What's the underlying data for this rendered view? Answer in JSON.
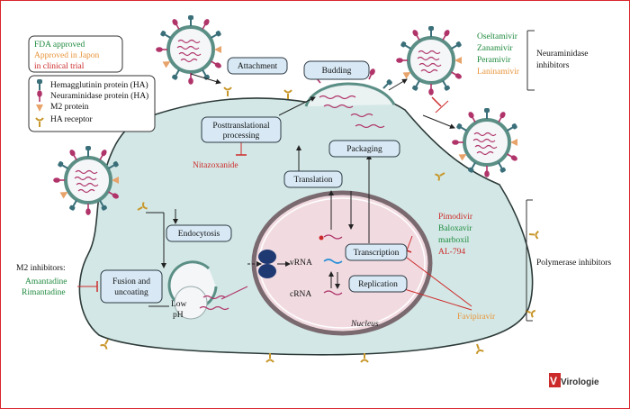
{
  "legend": {
    "fda": "FDA approved",
    "japan": "Approved in Japon",
    "trial": "in clinical trial",
    "ha": "Hemagglutinin protein (HA)",
    "na": "Neuraminidase protein (HA)",
    "m2": "M2 protein",
    "receptor": "HA receptor"
  },
  "steps": {
    "attachment": "Attachment",
    "budding": "Budding",
    "posttrans1": "Posttranslational",
    "posttrans2": "processing",
    "packaging": "Packaging",
    "translation": "Translation",
    "endocytosis": "Endocytosis",
    "fusion1": "Fusion and",
    "fusion2": "uncoating",
    "transcription": "Transcription",
    "replication": "Replication",
    "nucleus": "Nucleus",
    "vrna": "vRNA",
    "crna": "cRNA",
    "lowph1": "Low",
    "lowph2": "pH"
  },
  "drugs": {
    "nitazoxanide": "Nitazoxanide",
    "m2_title": "M2 inhibitors:",
    "amantadine": "Amantadine",
    "rimantadine": "Rimantadine",
    "oseltamivir": "Oseltamivir",
    "zanamivir": "Zanamivir",
    "peramivir": "Peramivir",
    "laninamivir": "Laninamivir",
    "neur_title1": "Neuraminidase",
    "neur_title2": "inhibitors",
    "pimodivir": "Pimodivir",
    "baloxavir": "Baloxavir",
    "marboxil": "marboxil",
    "al794": "AL-794",
    "favipiravir": "Favipiravir",
    "poly_title": "Polymerase inhibitors"
  },
  "logo": "Virologie",
  "colors": {
    "fda": "#1f8a3e",
    "japan": "#e8943a",
    "trial": "#cc2a2a",
    "cell": "#d3e8e6",
    "box": "#d8e9f5",
    "nucleus": "#f1dbe1"
  }
}
